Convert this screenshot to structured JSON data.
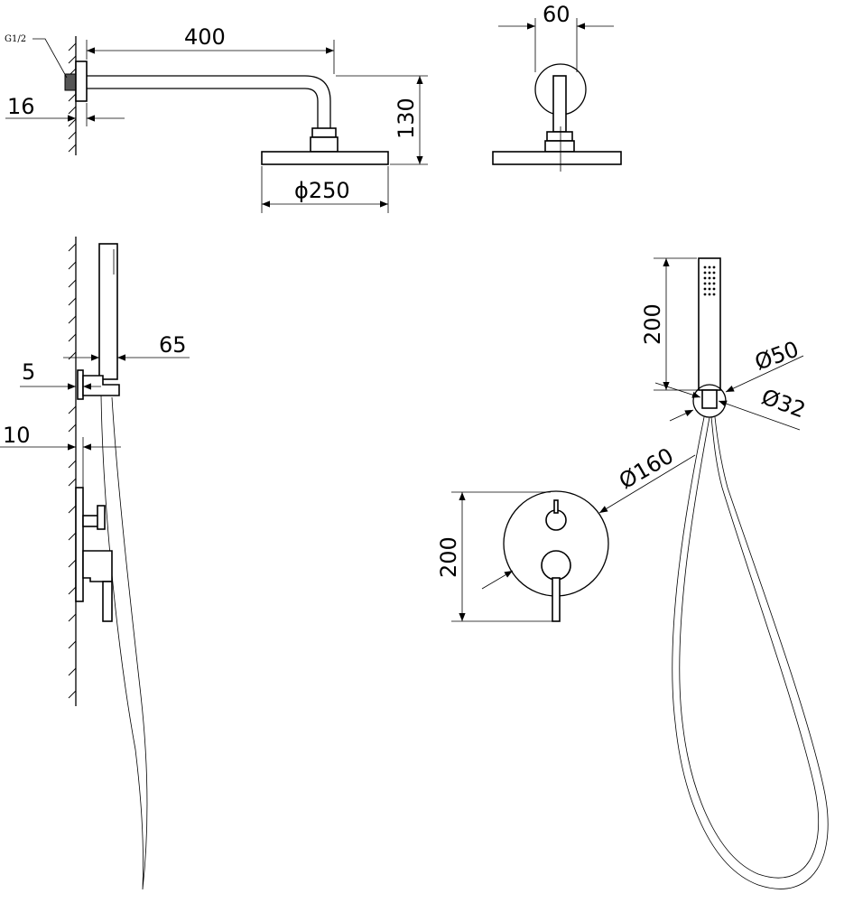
{
  "labels": {
    "thread": "G1/2",
    "arm_length": "400",
    "flange_width": "60",
    "wall_gap_top": "16",
    "drop_height": "130",
    "head_diameter": "ϕ250",
    "hand_depth": "65",
    "holder_gap": "5",
    "valve_gap": "10",
    "hand_length": "200",
    "hand_diameter": "Ø50",
    "outlet_diameter": "Ø32",
    "plate_diameter": "Ø160",
    "plate_height": "200"
  }
}
